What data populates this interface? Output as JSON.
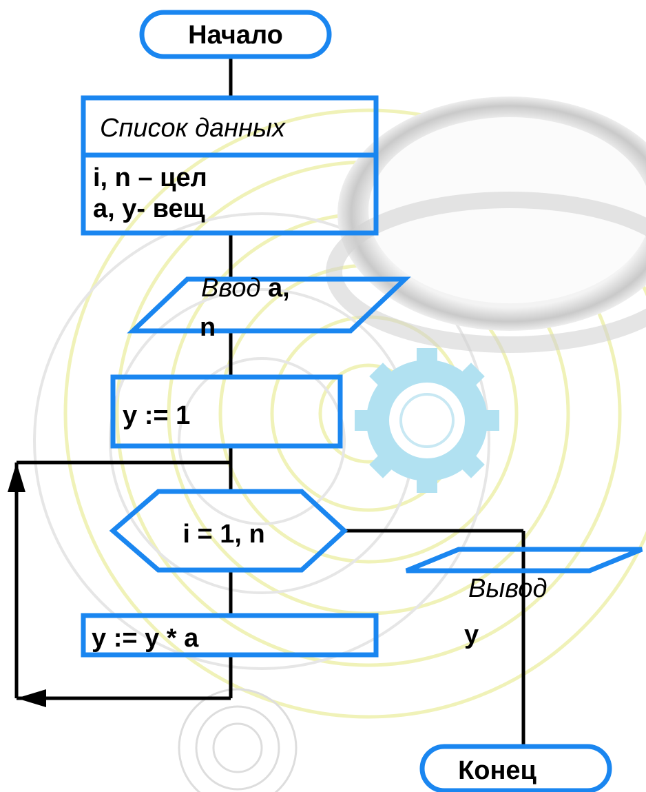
{
  "flowchart": {
    "start": "Начало",
    "data_header": "Список данных",
    "data_line1": "i, n – цел",
    "data_line2": "a, y- вещ",
    "input_word": "Ввод",
    "input_vars_a": "a,",
    "input_vars_n": "n",
    "init": "y := 1",
    "loop": "i = 1, n",
    "body": "y := y * a",
    "output_word": "Вывод",
    "output_var": "y",
    "end": "Конец"
  },
  "colors": {
    "shape_stroke": "#1a86f0",
    "line": "#000000",
    "background": "#ffffff",
    "deco_yellow": "#f1f3b4",
    "deco_gray": "#d9d9d9",
    "deco_blue": "#a9dcef"
  }
}
